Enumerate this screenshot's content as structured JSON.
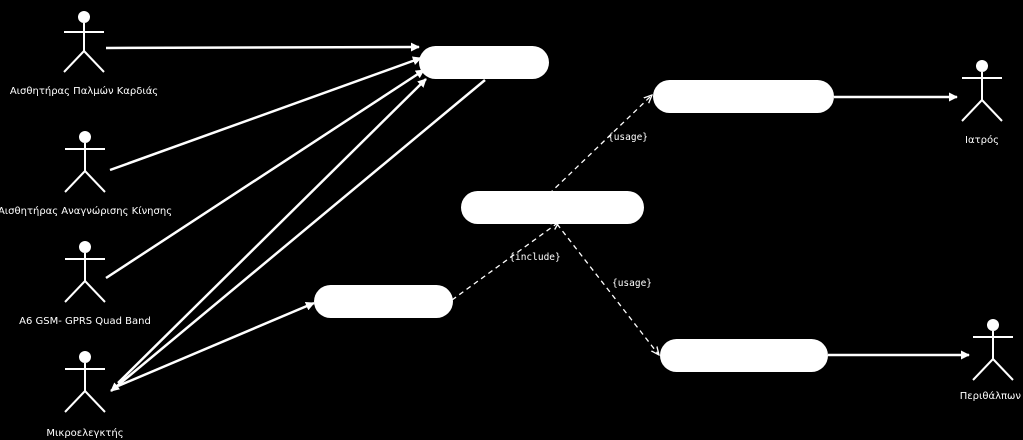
{
  "colors": {
    "background": "#000000",
    "foreground": "#ffffff"
  },
  "actors": [
    {
      "id": "heart_sensor",
      "label": "Αισθητήρας Παλμών Καρδιάς",
      "icon": "stick-figure"
    },
    {
      "id": "motion_sensor",
      "label": "Αισθητήρας Αναγνώρισης Κίνησης",
      "icon": "stick-figure"
    },
    {
      "id": "gsm_module",
      "label": "A6 GSM- GPRS Quad Band",
      "icon": "stick-figure"
    },
    {
      "id": "microcontroller",
      "label": "Μικροελεγκτής",
      "icon": "stick-figure"
    },
    {
      "id": "doctor",
      "label": "Ιατρός",
      "icon": "stick-figure"
    },
    {
      "id": "caregiver",
      "label": "Περιθάλπων",
      "icon": "stick-figure"
    }
  ],
  "use_cases": [
    {
      "id": "uc_collect",
      "label": ""
    },
    {
      "id": "uc_doctor",
      "label": ""
    },
    {
      "id": "uc_center",
      "label": ""
    },
    {
      "id": "uc_send",
      "label": ""
    },
    {
      "id": "uc_caregiver",
      "label": ""
    }
  ],
  "relations": [
    {
      "from": "heart_sensor",
      "to": "uc_collect",
      "style": "solid"
    },
    {
      "from": "motion_sensor",
      "to": "uc_collect",
      "style": "solid"
    },
    {
      "from": "gsm_module",
      "to": "uc_collect",
      "style": "solid"
    },
    {
      "from": "microcontroller",
      "to": "uc_collect",
      "style": "solid"
    },
    {
      "from": "uc_collect",
      "to": "microcontroller",
      "style": "solid"
    },
    {
      "from": "microcontroller",
      "to": "uc_send",
      "style": "solid"
    },
    {
      "from": "uc_send",
      "to": "uc_center",
      "style": "dashed",
      "label": "{include}"
    },
    {
      "from": "uc_center",
      "to": "uc_doctor",
      "style": "dashed",
      "label": "{usage}"
    },
    {
      "from": "uc_center",
      "to": "uc_caregiver",
      "style": "dashed",
      "label": "{usage}"
    },
    {
      "from": "uc_doctor",
      "to": "doctor",
      "style": "solid"
    },
    {
      "from": "uc_caregiver",
      "to": "caregiver",
      "style": "solid"
    }
  ]
}
